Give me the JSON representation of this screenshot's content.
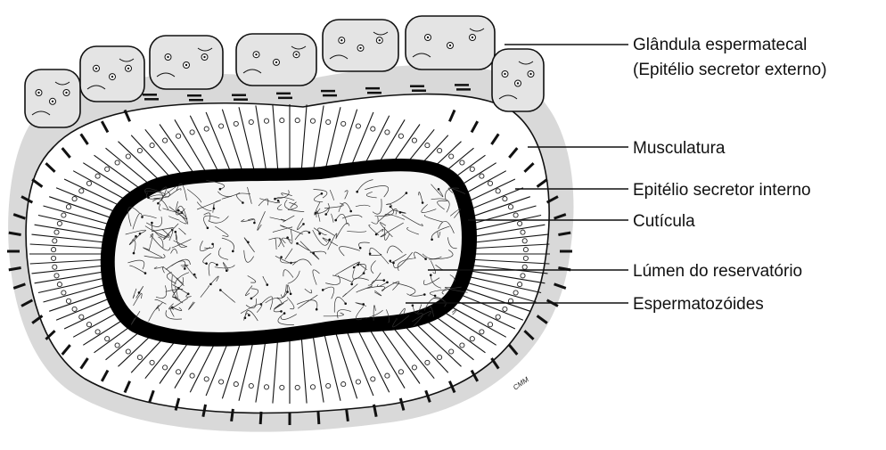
{
  "diagram": {
    "labels": {
      "gland_line1": "Glândula espermatecal",
      "gland_line2": "(Epitélio secretor externo)",
      "muscle": "Musculatura",
      "inner_epithelium": "Epitélio secretor interno",
      "cuticle": "Cutícula",
      "lumen": "Lúmen do reservatório",
      "sperm": "Espermatozóides"
    },
    "signature": "CMM",
    "colors": {
      "outer_sheath": "#d9d9d9",
      "gland_cells": "#e4e4e4",
      "cuticle": "#000000",
      "lumen": "#f6f6f6",
      "lines": "#111111"
    }
  }
}
